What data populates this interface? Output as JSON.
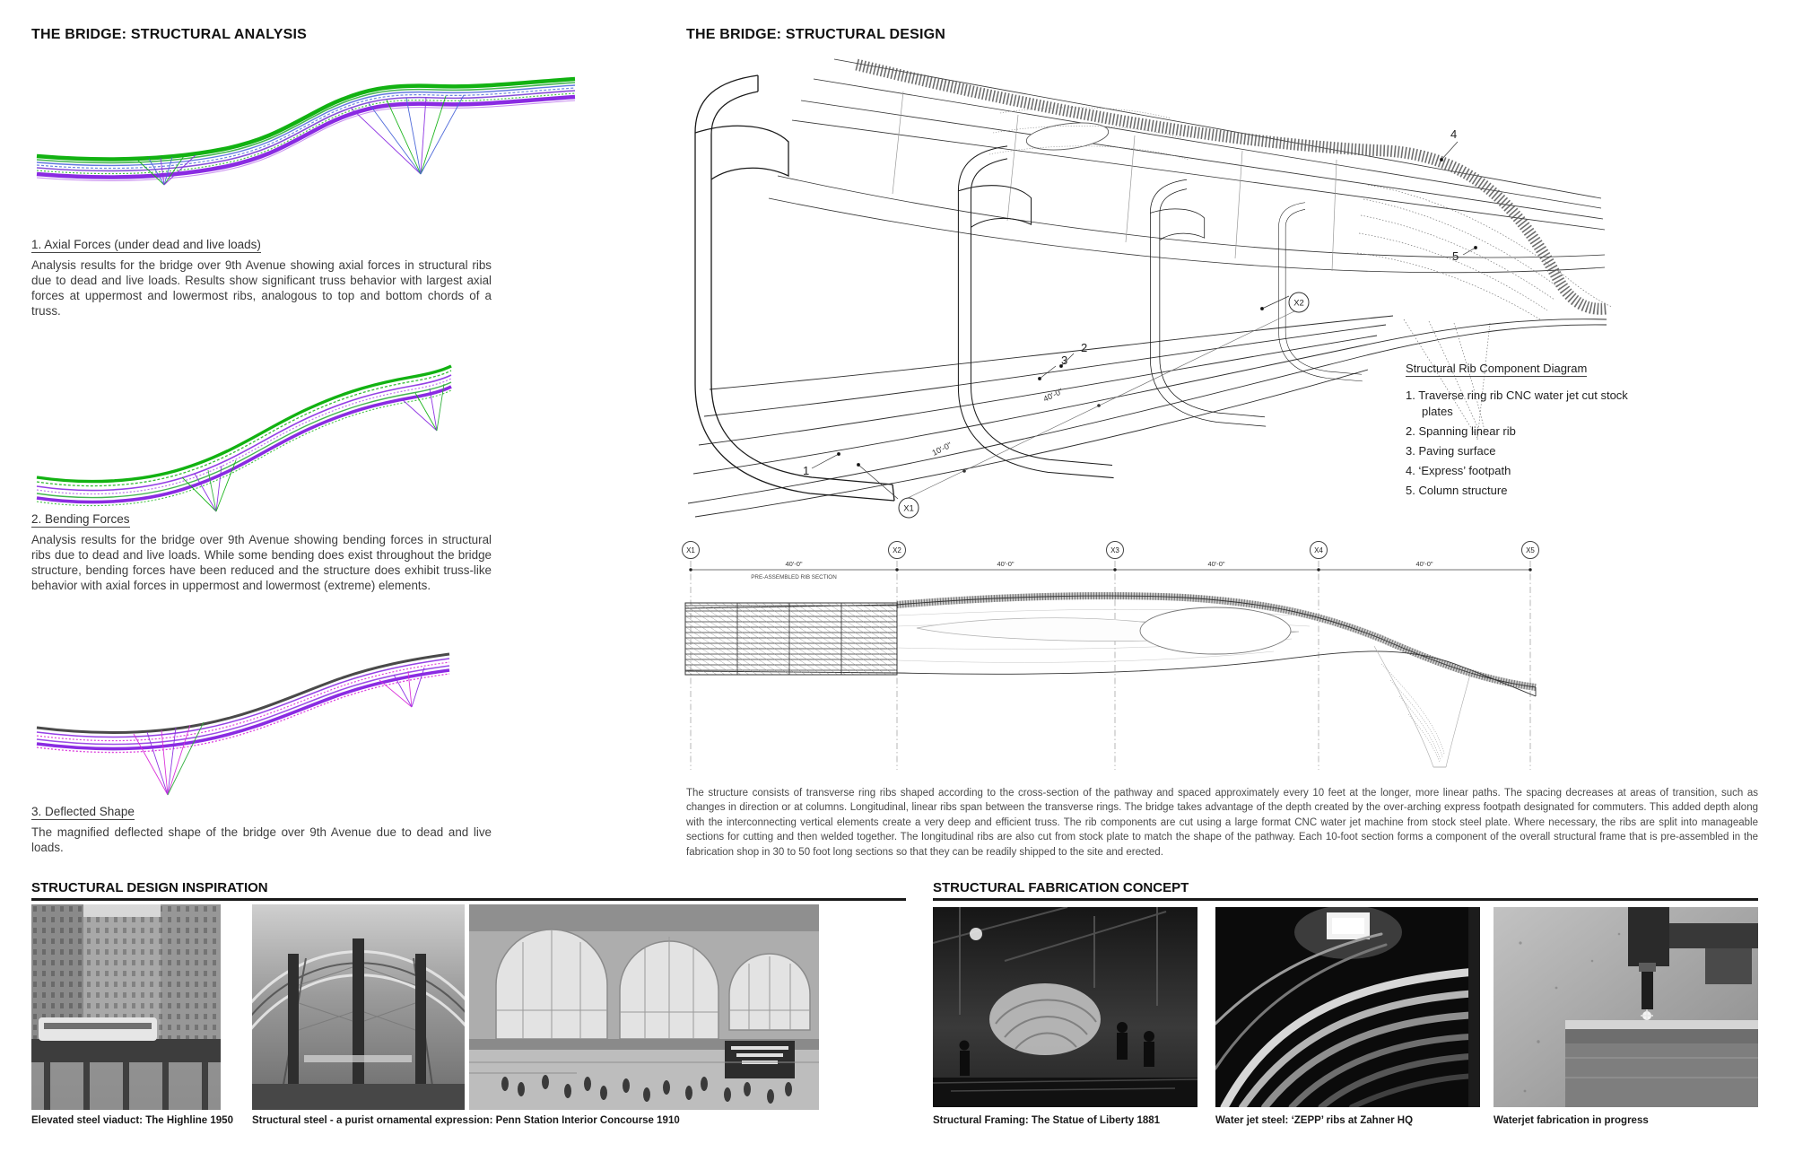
{
  "analysis": {
    "title": "THE BRIDGE: STRUCTURAL ANALYSIS",
    "sections": [
      {
        "heading": "1. Axial Forces (under dead and live loads)",
        "body": "Analysis results for the bridge over 9th Avenue showing axial forces in structural ribs due to dead and live loads. Results show significant truss behavior with largest axial forces at uppermost and lowermost ribs, analogous to top and bottom chords of a truss."
      },
      {
        "heading": "2. Bending Forces",
        "body": "Analysis results for the bridge over 9th Avenue showing bending forces in structural ribs due to dead and live loads. While some bending does exist throughout the bridge structure, bending forces have been reduced and the structure does exhibit truss-like behavior with axial forces in uppermost and lowermost (extreme) elements."
      },
      {
        "heading": "3. Deflected Shape",
        "body": "The magnified deflected shape of the bridge over 9th Avenue due to dead and live loads."
      }
    ],
    "colors": {
      "axial_green": "#12b212",
      "bending_purple": "#8a2be2",
      "mesh_blue": "#4663d8",
      "deflect_magenta": "#d92ad9"
    }
  },
  "design": {
    "title": "THE BRIDGE: STRUCTURAL DESIGN",
    "rib_diagram": {
      "title": "Structural Rib Component Diagram",
      "items": [
        "1. Traverse ring rib CNC water jet cut stock  plates",
        "2. Spanning linear rib",
        "3. Paving surface",
        "4. ‘Express’ footpath",
        "5. Column structure"
      ]
    },
    "iso": {
      "label_1": "1",
      "label_2": "2",
      "label_3": "3",
      "label_4": "4",
      "label_5": "5",
      "grid_x1": "X1",
      "grid_x2": "X2",
      "dim_10": "10'-0\"",
      "dim_40": "40'-0\""
    },
    "elevation": {
      "grid": [
        "X1",
        "X2",
        "X3",
        "X4",
        "X5"
      ],
      "spans": [
        "40'-0\"",
        "40'-0\"",
        "40'-0\"",
        "40'-0\""
      ],
      "note": "PRE-ASSEMBLED RIB SECTION"
    },
    "body": "The structure consists of transverse ring ribs shaped according to the cross-section of the pathway and spaced approximately every 10 feet at the longer, more linear paths. The spacing decreases at areas of transition, such as changes in direction or at columns. Longitudinal, linear ribs span between the transverse rings. The bridge takes advantage of the depth created by the over-arching express footpath designated for commuters. This added depth along with the interconnecting vertical elements create a very deep and efficient truss. The rib components are cut using a large format CNC water jet machine from stock steel plate. Where necessary, the ribs are split into manageable sections for cutting and then welded together. The longitudinal ribs are also cut from stock plate to match the shape of the pathway. Each 10-foot section forms a component of the overall structural frame that is pre-assembled in the fabrication shop in 30 to 50 foot long sections so that they can be readily shipped to the site and erected."
  },
  "inspiration": {
    "title": "STRUCTURAL DESIGN INSPIRATION",
    "captions": [
      "Elevated steel viaduct: The Highline 1950",
      "Structural steel - a purist ornamental expression: Penn Station Interior Concourse 1910"
    ]
  },
  "fabrication": {
    "title": "STRUCTURAL FABRICATION CONCEPT",
    "captions": [
      "Structural Framing: The Statue of Liberty 1881",
      "Water jet steel: ‘ZEPP’ ribs at Zahner HQ",
      "Waterjet fabrication in progress"
    ]
  }
}
